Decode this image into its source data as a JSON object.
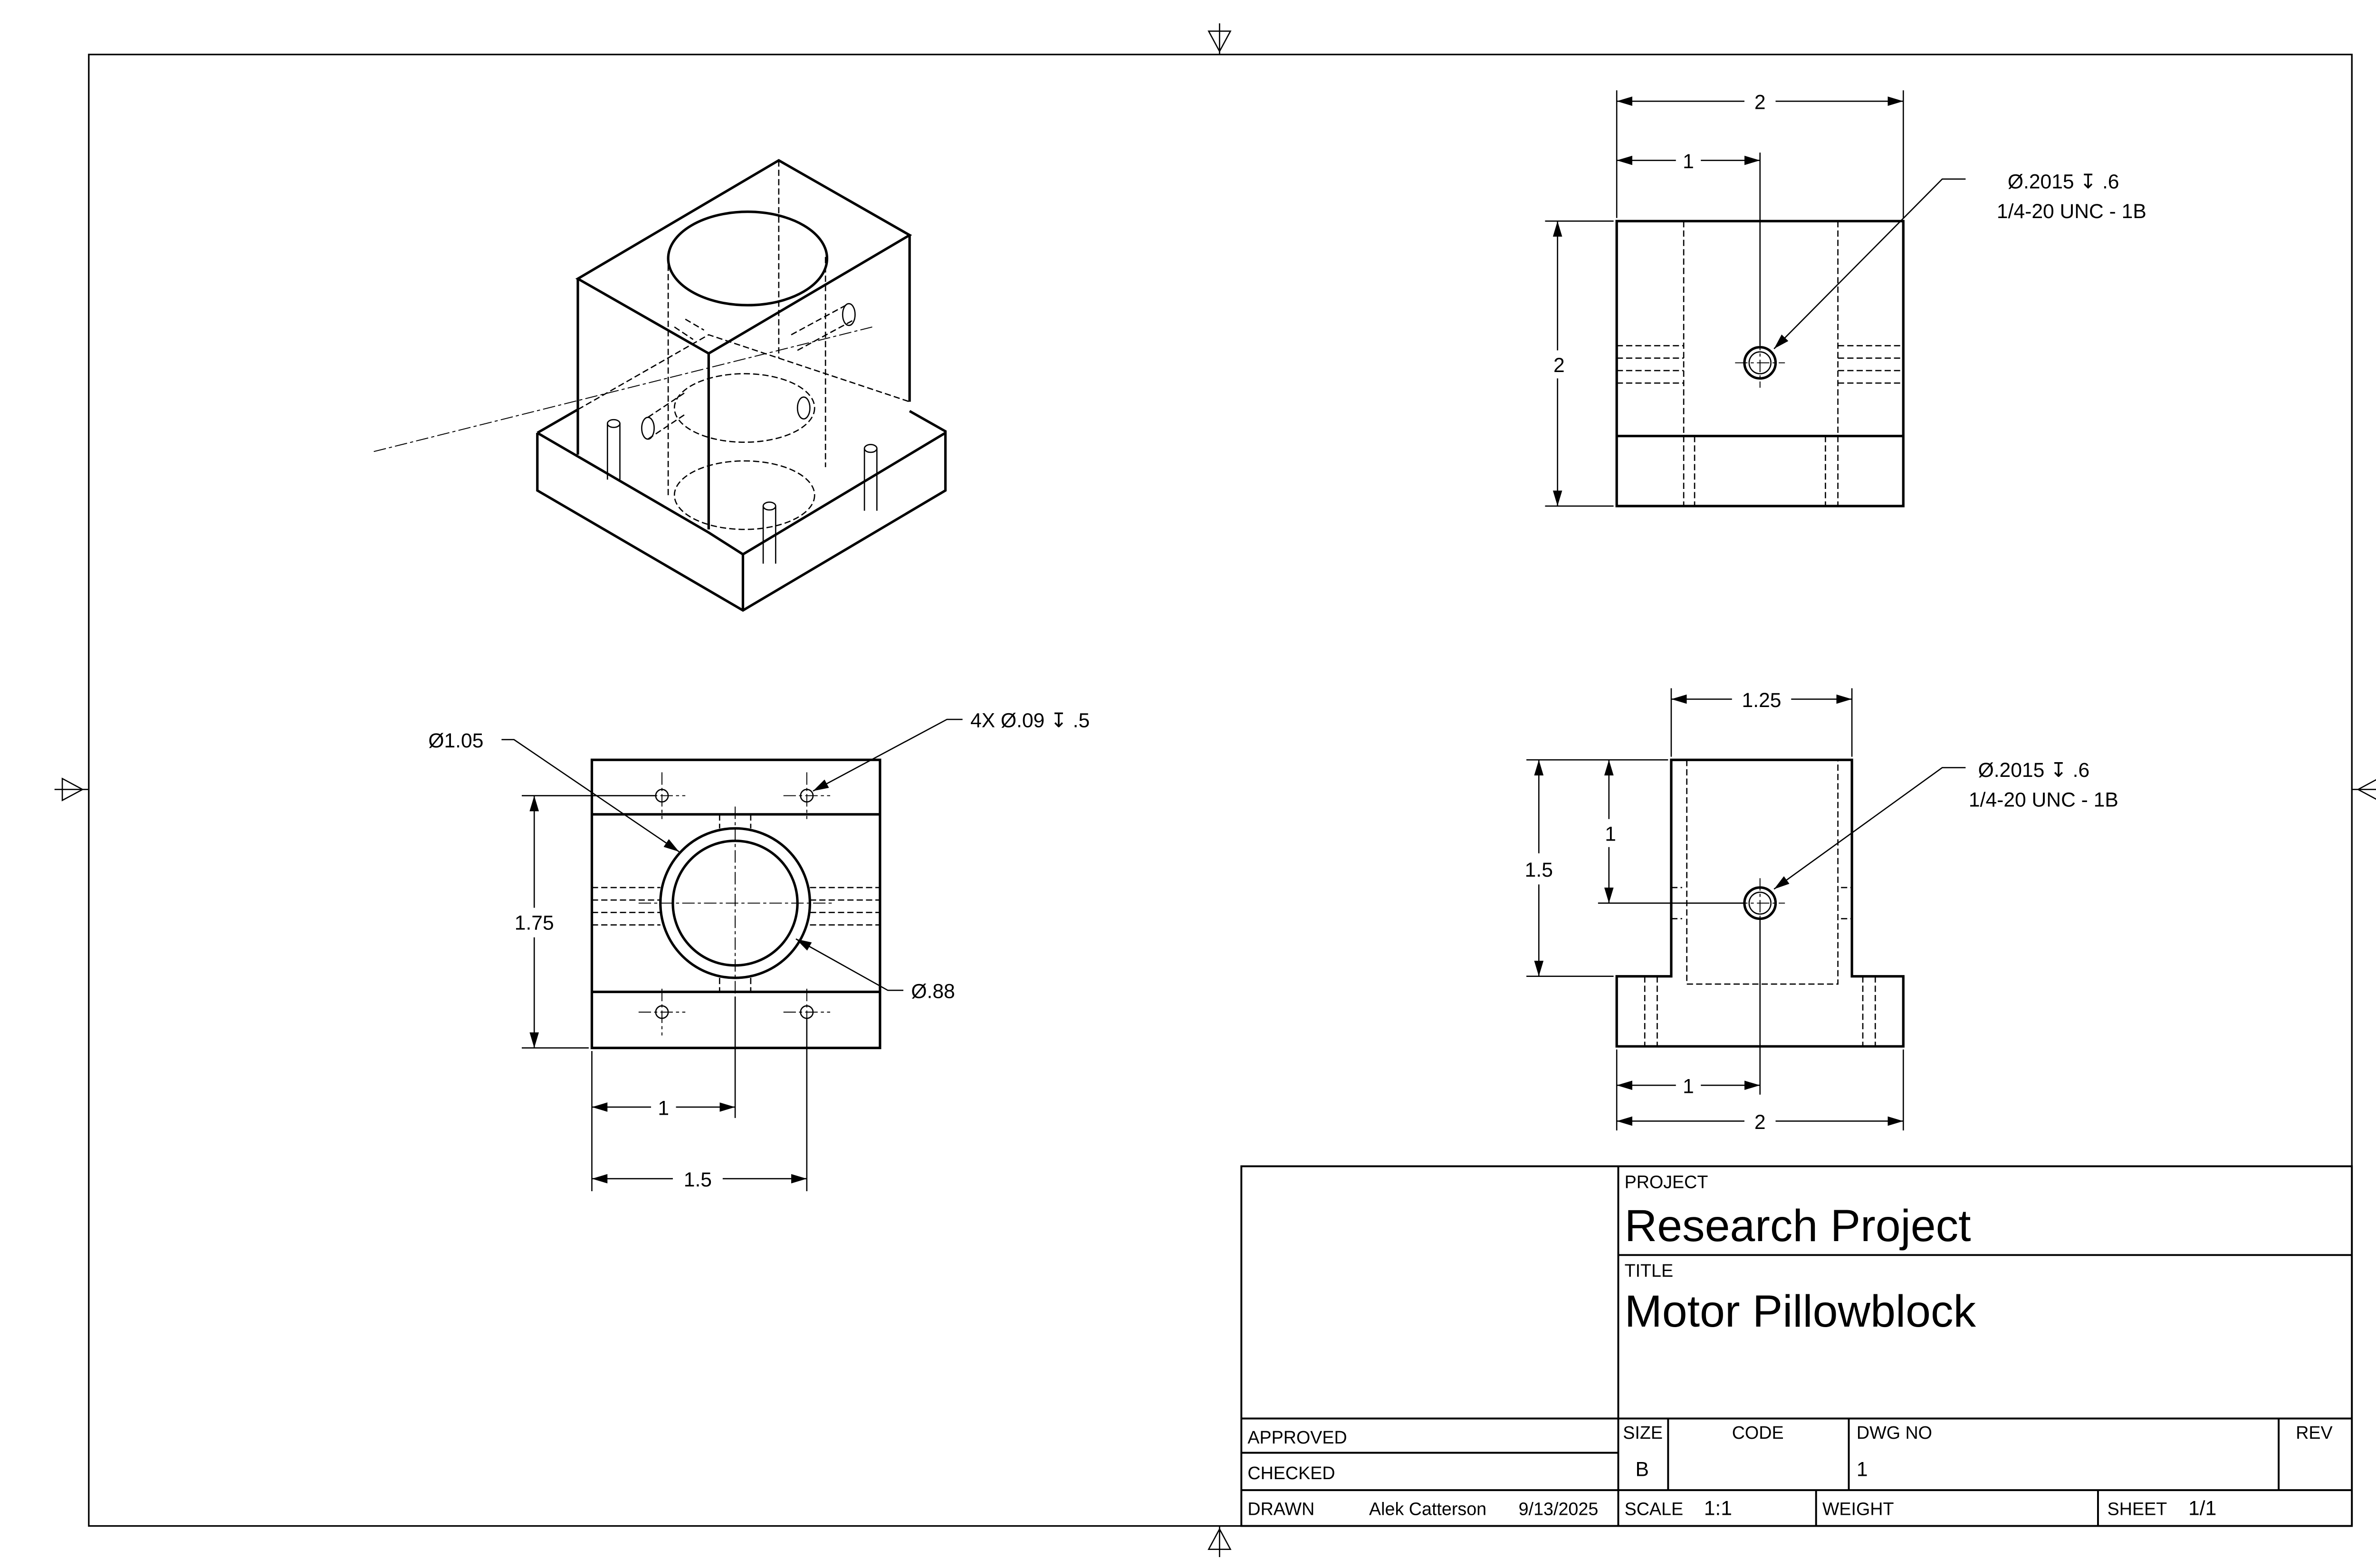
{
  "top_view": {
    "dims": {
      "width": "2",
      "offset": "1",
      "height": "2"
    },
    "callout_line1": "Ø.2015 ↧ .6",
    "callout_line2": "1/4-20 UNC - 1B"
  },
  "side_view": {
    "dims": {
      "width": "1.25",
      "hole_height": "1",
      "height": "1.5",
      "offset": "1",
      "total": "2"
    },
    "callout_line1": "Ø.2015 ↧ .6",
    "callout_line2": "1/4-20 UNC - 1B"
  },
  "plan_view": {
    "dims": {
      "outer_dia": "Ø1.05",
      "inner_dia": "Ø.88",
      "holes": "4X Ø.09 ↧ .5",
      "height": "1.75",
      "offset": "1",
      "spacing": "1.5"
    }
  },
  "title_block": {
    "project_label": "PROJECT",
    "project": "Research Project",
    "title_label": "TITLE",
    "title": "Motor Pillowblock",
    "approved_label": "APPROVED",
    "checked_label": "CHECKED",
    "drawn_label": "DRAWN",
    "drawn_by": "Alek Catterson",
    "drawn_date": "9/13/2025",
    "size_label": "SIZE",
    "size": "B",
    "code_label": "CODE",
    "dwg_no_label": "DWG NO",
    "dwg_no": "1",
    "rev_label": "REV",
    "scale_label": "SCALE",
    "scale": "1:1",
    "weight_label": "WEIGHT",
    "sheet_label": "SHEET",
    "sheet": "1/1"
  }
}
